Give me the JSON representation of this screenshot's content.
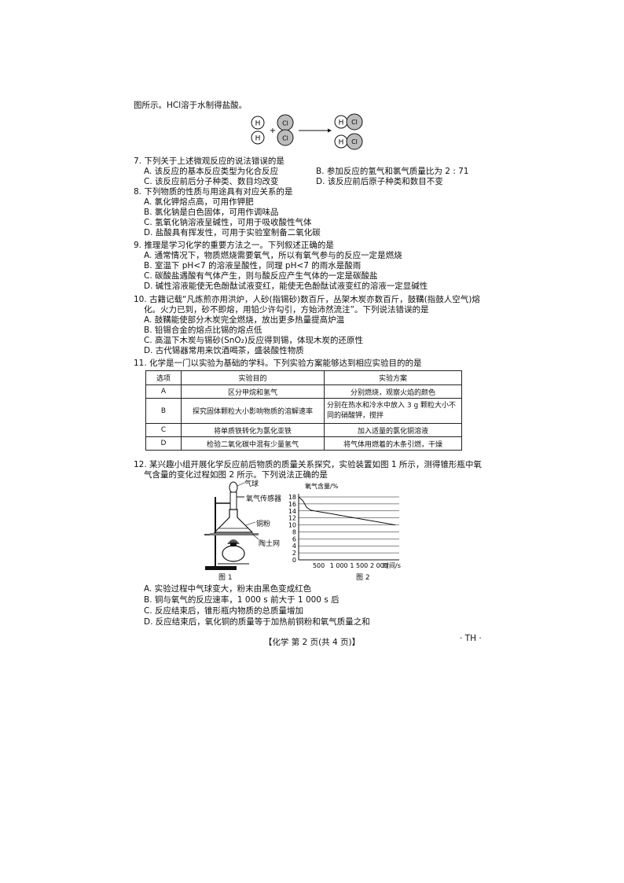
{
  "intro": "图所示。HCl溶于水制得盐酸。",
  "reaction_diagram": {
    "h_label": "H",
    "cl_label": "Cl",
    "plus": "+"
  },
  "q7": {
    "stem": "7. 下列关于上述微观反应的说法错误的是",
    "options": {
      "A": "A. 该反应的基本反应类型为化合反应",
      "B": "B. 参加反应的氢气和氯气质量比为 2 : 71",
      "C": "C. 该反应前后分子种类、数目均改变",
      "D": "D. 该反应前后原子种类和数目不变"
    }
  },
  "q8": {
    "stem": "8. 下列物质的性质与用途具有对应关系的是",
    "options": [
      "A. 氯化钾熔点高，可用作钾肥",
      "B. 氯化钠是白色固体，可用作调味品",
      "C. 氢氧化钠溶液呈碱性，可用于吸收酸性气体",
      "D. 盐酸具有挥发性，可用于实验室制备二氧化碳"
    ]
  },
  "q9": {
    "stem": "9. 推理是学习化学的重要方法之一。下列叙述正确的是",
    "options": [
      "A. 通常情况下，物质燃烧需要氧气，所以有氧气参与的反应一定是燃烧",
      "B. 室温下 pH<7 的溶液呈酸性，同理 pH<7 的雨水是酸雨",
      "C. 碳酸盐遇酸有气体产生，则与酸反应产生气体的一定是碳酸盐",
      "D. 碱性溶液能使无色酚酞试液变红，能使无色酚酞试液变红的溶液一定显碱性"
    ]
  },
  "q10": {
    "stem_line1": "10. 古籍记载“凡炼煎亦用洪炉，人砂(指锡砂)数百斤，丛架木炭亦数百斤，鼓鞲(指鼓人空气)熔",
    "stem_line2": "化。火力已到，砂不即熔，用铅少许勾引，方始沛然流注”。下列说法错误的是",
    "options": [
      "A. 鼓鞲能使部分木炭完全燃烧，放出更多热量提高炉温",
      "B. 铅锡合金的熔点比锡的熔点低",
      "C. 高温下木炭与锡砂(SnO₂)反应得到锡，体现木炭的还原性",
      "D. 古代锡器常用来饮酒喝茶，盛装酸性物质"
    ]
  },
  "q11": {
    "stem": "11. 化学是一门以实验为基础的学科。下列实验方案能够达到相应实验目的的是",
    "headers": [
      "选项",
      "实验目的",
      "实验方案"
    ],
    "rows": [
      [
        "A",
        "区分甲烷和氢气",
        "分别燃烧，观察火焰的颜色"
      ],
      [
        "B",
        "探究固体颗粒大小影响物质的溶解速率",
        "分别在热水和冷水中放入 3 g 颗粒大小不同的硝酸钾，搅拌"
      ],
      [
        "C",
        "将单质铁转化为氯化亚铁",
        "加入适量的氯化铜溶液"
      ],
      [
        "D",
        "检验二氧化碳中混有少量氢气",
        "将气体用燃着的木条引燃，干燥"
      ]
    ]
  },
  "q12": {
    "stem_line1": "12. 某兴趣小组开展化学反应前后物质的质量关系探究，实验装置如图 1 所示，测得锥形瓶中氧",
    "stem_line2": "气含量的变化过程如图 2 所示。下列说法正确的是",
    "fig1": {
      "labels": [
        "气球",
        "氧气传感器",
        "铜粉",
        "陶土网"
      ],
      "caption": "图 1"
    },
    "fig2": {
      "caption": "图 2"
    },
    "options": [
      "A. 实验过程中气球变大，粉末由黑色变成红色",
      "B. 铜与氧气的反应速率，1 000 s 前大于 1 000 s 后",
      "C. 反应结束后，锥形瓶内物质的总质量增加",
      "D. 反应结束后，氧化铜的质量等于加热前铜粉和氧气质量之和"
    ]
  },
  "chart_data": {
    "type": "line",
    "ylabel": "氧气含量/%",
    "xlabel": "时间/s",
    "x_ticks": [
      "500",
      "1 000",
      "1 500",
      "2 000"
    ],
    "y_ticks": [
      0,
      2,
      4,
      6,
      8,
      10,
      12,
      14,
      16,
      18
    ],
    "xlim": [
      0,
      2500
    ],
    "ylim": [
      0,
      18
    ],
    "grid": true,
    "series": [
      {
        "x": [
          0,
          100,
          200,
          300,
          500,
          800,
          1000,
          1500,
          2000,
          2400
        ],
        "y": [
          18,
          17,
          15,
          14.2,
          13.8,
          13.2,
          12.8,
          11.8,
          10.8,
          10.0
        ]
      }
    ]
  },
  "footer": {
    "text": "【化学  第 2 页(共 4 页)】",
    "tag": "· TH ·"
  }
}
